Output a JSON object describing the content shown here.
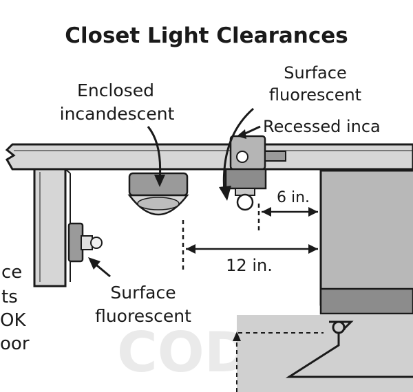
{
  "title": "Closet Light Clearances",
  "labels": {
    "enclosed_line1": "Enclosed",
    "enclosed_line2": "incandescent",
    "surface_top_line1": "Surface",
    "surface_top_line2": "fluorescent",
    "recessed": "Recessed inca",
    "surface_low_line1": "Surface",
    "surface_low_line2": "fluorescent",
    "left_frag1": "ce",
    "left_frag2": "ts",
    "left_frag3": "OK",
    "left_frag4": "oor",
    "dim_6": "6 in.",
    "dim_12": "12 in."
  },
  "watermark": "CODE CHECK",
  "colors": {
    "ink": "#1a1a1a",
    "wood": "#cfcfcf",
    "shelf_gray": "#b3b3b3",
    "dark_gray": "#8a8a8a"
  }
}
